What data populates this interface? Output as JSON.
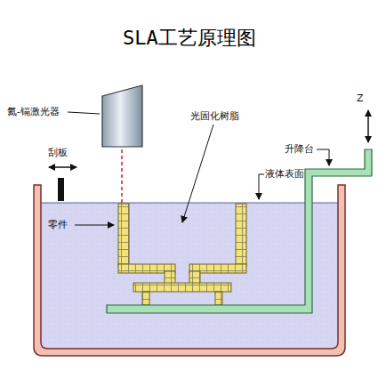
{
  "diagram": {
    "title": "SLA工艺原理图",
    "labels": [
      "氦-镉激光器",
      "刮板",
      "光固化树脂",
      "液体表面",
      "升降台",
      "Z",
      "零件"
    ]
  }
}
